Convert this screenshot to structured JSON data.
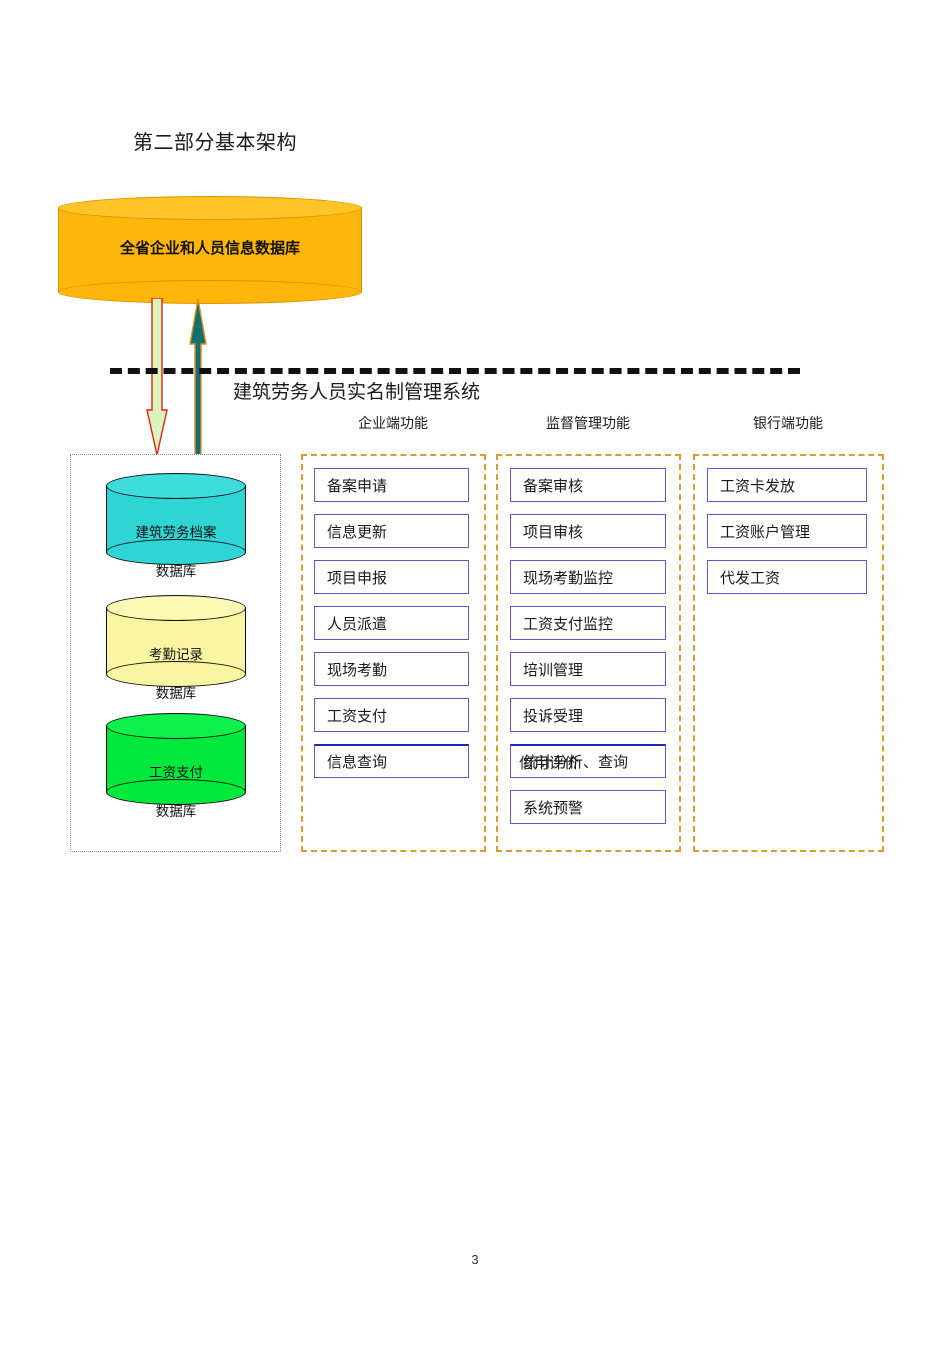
{
  "document": {
    "title": "第二部分基本架构",
    "page_number": "3"
  },
  "central_database": {
    "label": "全省企业和人员信息数据库",
    "color": "#FFB60A"
  },
  "flow": {
    "down_arrow_name": "data-push-down-arrow",
    "down_arrow_fill": "#D8F5C0",
    "down_arrow_stroke": "#E8200E",
    "up_arrow_name": "data-upload-arrow",
    "up_arrow_fill": "#13706E",
    "up_arrow_stroke": "#E08A2A"
  },
  "divider": {
    "color": "#111111"
  },
  "system": {
    "name": "建筑劳务人员实名制管理系统"
  },
  "columns": {
    "headers": [
      "企业端功能",
      "监督管理功能",
      "银行端功能"
    ]
  },
  "database_group": {
    "border_color": "#8a8a8a",
    "items": [
      {
        "line1": "建筑劳务档案",
        "line2": "数据库",
        "color": "#2FD5D5"
      },
      {
        "line1": "考勤记录",
        "line2": "数据库",
        "color": "#FAF5A0"
      },
      {
        "line1": "工资支付",
        "line2": "数据库",
        "color": "#00E83C"
      }
    ]
  },
  "function_groups": [
    {
      "name": "企业端功能",
      "border_color": "#D99B33",
      "items": [
        {
          "label": "备案申请",
          "emphasis": false
        },
        {
          "label": "信息更新",
          "emphasis": false
        },
        {
          "label": "项目申报",
          "emphasis": false
        },
        {
          "label": "人员派遣",
          "emphasis": false
        },
        {
          "label": "现场考勤",
          "emphasis": false
        },
        {
          "label": "工资支付",
          "emphasis": false
        },
        {
          "label": "信息查询",
          "emphasis": true
        }
      ]
    },
    {
      "name": "监督管理功能",
      "border_color": "#D99B33",
      "items": [
        {
          "label": "备案审核",
          "emphasis": false
        },
        {
          "label": "项目审核",
          "emphasis": false
        },
        {
          "label": "现场考勤监控",
          "emphasis": false
        },
        {
          "label": "工资支付监控",
          "emphasis": false
        },
        {
          "label": "培训管理",
          "emphasis": false
        },
        {
          "label": "投诉受理",
          "emphasis": false
        },
        {
          "label": "统计分析、查询",
          "overlap_label": "信用评价",
          "emphasis": true
        },
        {
          "label": "系统预警",
          "emphasis": false
        }
      ]
    },
    {
      "name": "银行端功能",
      "border_color": "#D99B33",
      "items": [
        {
          "label": "工资卡发放",
          "emphasis": false
        },
        {
          "label": "工资账户管理",
          "emphasis": false
        },
        {
          "label": "代发工资",
          "emphasis": false
        }
      ]
    }
  ]
}
